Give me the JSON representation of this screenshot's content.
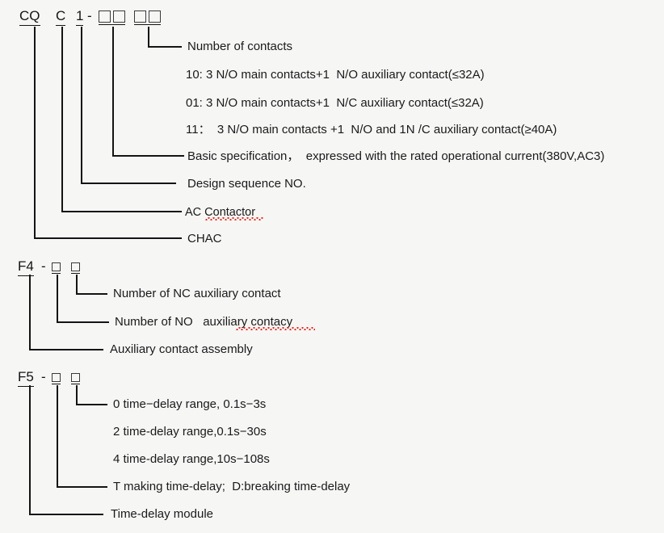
{
  "diagram": {
    "title": "Model designation breakdown",
    "background_color": "#f6f6f5",
    "line_color": "#141414",
    "text_color": "#1a1a1a",
    "spellcheck_color": "#e02b20"
  },
  "section1": {
    "code": {
      "part1": "CQ",
      "part2": "C",
      "part3": "1",
      "dash": "-",
      "box_group_1_count": 2,
      "box_group_2_count": 2
    },
    "callouts": [
      {
        "id": "number-of-contacts",
        "text": "Number of contacts"
      },
      {
        "id": "contacts-10",
        "text": "10: 3 N/O main contacts+1  N/O auxiliary contact(≤32A)"
      },
      {
        "id": "contacts-01",
        "text": "01: 3 N/O main contacts+1  N/C auxiliary contact(≤32A)"
      },
      {
        "id": "contacts-11",
        "text": "11：  3 N/O main contacts +1  N/O and 1N /C auxiliary contact(≥40A)"
      },
      {
        "id": "basic-specification",
        "text": "Basic specification，  expressed with the rated operational current(380V,AC3)"
      },
      {
        "id": "design-sequence",
        "text": "Design sequence NO."
      },
      {
        "id": "ac-contactor",
        "text": "AC Contactor"
      },
      {
        "id": "chac",
        "text": "CHAC"
      }
    ]
  },
  "section2": {
    "code": {
      "part1": "F4",
      "dash": "-",
      "box_count": 2
    },
    "callouts": [
      {
        "id": "nc-auxiliary-contact",
        "text": "Number of NC auxiliary contact"
      },
      {
        "id": "no-auxiliary-contacy",
        "text": "Number of NO   auxiliary contacy"
      },
      {
        "id": "auxiliary-contact-assembly",
        "text": "Auxiliary contact assembly"
      }
    ]
  },
  "section3": {
    "code": {
      "part1": "F5",
      "dash": "-",
      "box_count": 2
    },
    "callouts": [
      {
        "id": "delay-range-0",
        "text": "0 time−delay range, 0.1s−3s"
      },
      {
        "id": "delay-range-2",
        "text": "2 time-delay range,0.1s−30s"
      },
      {
        "id": "delay-range-4",
        "text": "4 time-delay range,10s−108s"
      },
      {
        "id": "making-breaking-delay",
        "text": "T making time-delay;  D:breaking time-delay"
      },
      {
        "id": "time-delay-module",
        "text": "Time-delay module"
      }
    ]
  }
}
